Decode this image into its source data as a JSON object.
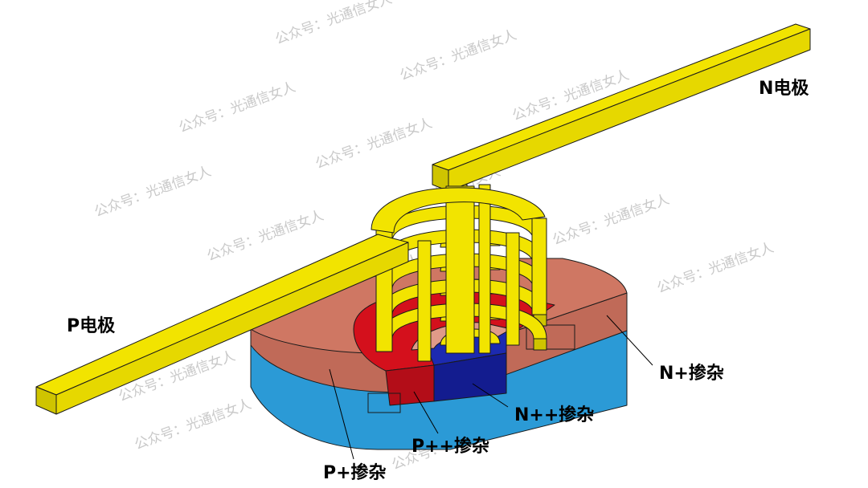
{
  "labels": {
    "n_electrode": "N电极",
    "p_electrode": "P电极",
    "n_plus": "N+掺杂",
    "n_plus_plus": "N++掺杂",
    "p_plus_plus": "P++掺杂",
    "p_plus": "P+掺杂"
  },
  "watermark": "公众号：光通信女人",
  "colors": {
    "gold": "#f2e400",
    "gold_dark": "#cfc400",
    "salmon": "#cf7763",
    "red": "#d4101c",
    "navy": "#131c8f",
    "blue": "#2b9ad6"
  }
}
